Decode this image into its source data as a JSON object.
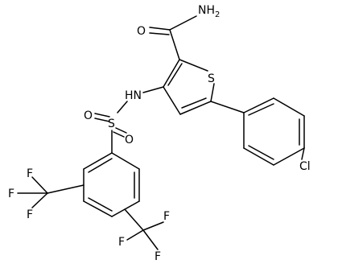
{
  "molecule": {
    "atoms": {
      "nh2": "NH2",
      "o_amide": "O",
      "s_thiophene": "S",
      "nh": "HN",
      "s_sulfonyl": "S",
      "o_sulfonyl_left": "O",
      "o_sulfonyl_bottom": "O",
      "cl": "Cl",
      "f1": "F",
      "f2": "F",
      "f3": "F",
      "f4": "F",
      "f5": "F",
      "f6": "F"
    }
  },
  "colors": {
    "bond": "#000000",
    "text": "#000000",
    "background": "#ffffff"
  }
}
